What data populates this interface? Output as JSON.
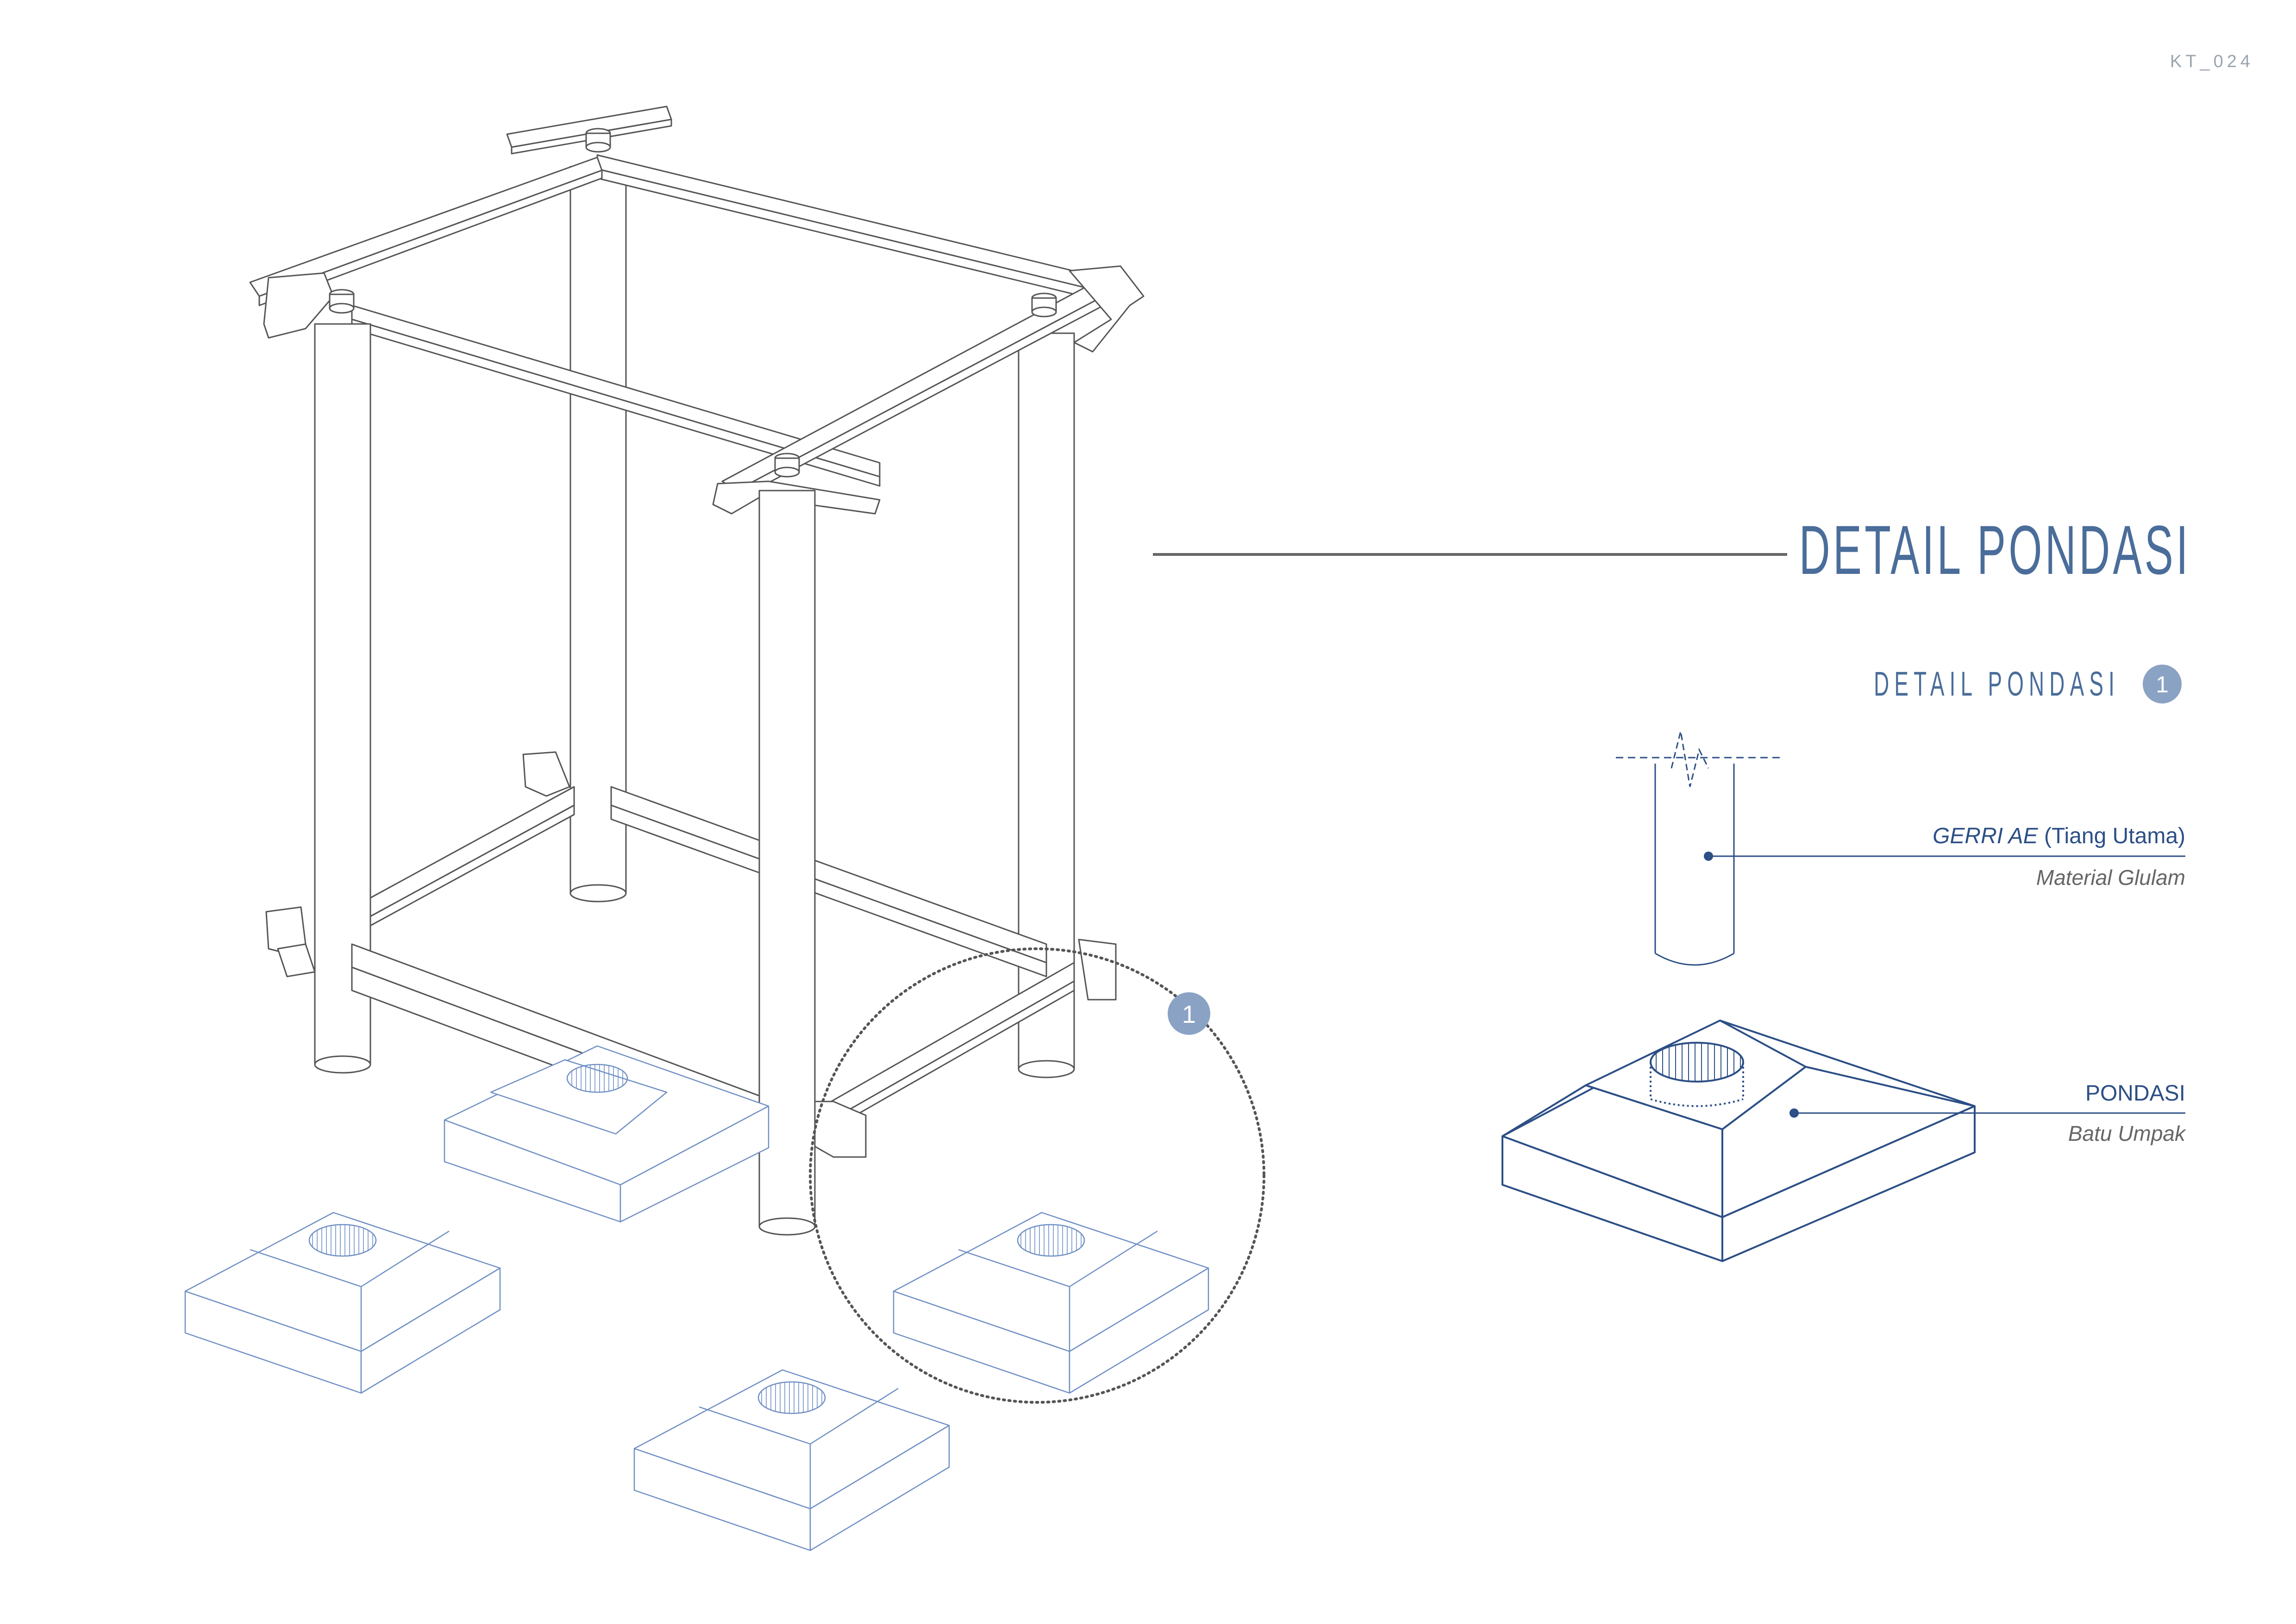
{
  "sheet": {
    "code": "KT_024",
    "title": "DETAIL PONDASI",
    "subtitle": "DETAIL PONDASI",
    "detail_number": "1",
    "callout_number": "1"
  },
  "labels": {
    "column": {
      "name_italic": "GERRI  AE",
      "name_plain": " (Tiang Utama)",
      "material": "Material Glulam"
    },
    "foundation": {
      "name": "PONDASI",
      "material": "Batu Umpak"
    }
  },
  "colors": {
    "accent": "#4a6d9a",
    "foundation_line": "#2c4f86",
    "foundation_light": "#6f8fc4",
    "frame_line": "#555555",
    "badge": "#8aa2c4",
    "code_text": "#9aa4b0",
    "leader": "#666666"
  }
}
